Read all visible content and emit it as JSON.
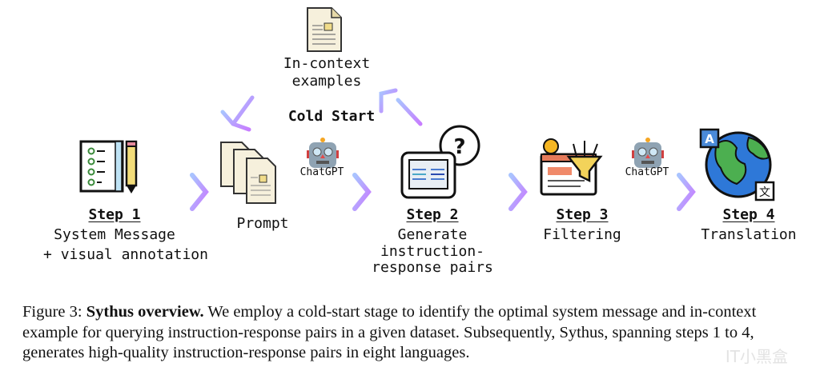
{
  "diagram": {
    "in_context": {
      "label_line1": "In-context",
      "label_line2": "examples",
      "icon": "document-icon"
    },
    "cold_start": "Cold Start",
    "step1": {
      "title": "Step 1",
      "line1": "System Message",
      "line2": "+ visual annotation",
      "icon": "checklist-pencil-icon"
    },
    "prompt": {
      "label": "Prompt",
      "icon": "stacked-documents-icon"
    },
    "chatgpt_1": {
      "label": "ChatGPT",
      "icon": "robot-icon"
    },
    "step2": {
      "title": "Step 2",
      "line1": "Generate",
      "line2": "instruction-",
      "line3": "response pairs",
      "icon": "screen-question-bubble-icon"
    },
    "step3": {
      "title": "Step 3",
      "line1": "Filtering",
      "icon": "browser-filter-funnel-icon"
    },
    "chatgpt_2": {
      "label": "ChatGPT",
      "icon": "robot-icon"
    },
    "step4": {
      "title": "Step 4",
      "line1": "Translation",
      "icon": "globe-translate-icon"
    },
    "colors": {
      "arrow_start": "#a8b8ff",
      "arrow_end": "#c77dff",
      "doc_fill": "#f6f0dc",
      "globe_blue": "#2e78d8",
      "globe_green": "#4caf50"
    }
  },
  "caption": {
    "prefix": "Figure 3: ",
    "title": "Sythus overview.",
    "body": " We employ a cold-start stage to identify the optimal system message and in-context example for querying instruction-response pairs in a given dataset. Subsequently, Sythus, spanning steps 1 to 4, generates high-quality instruction-response pairs in eight languages."
  },
  "watermark": "IT小黑盒"
}
